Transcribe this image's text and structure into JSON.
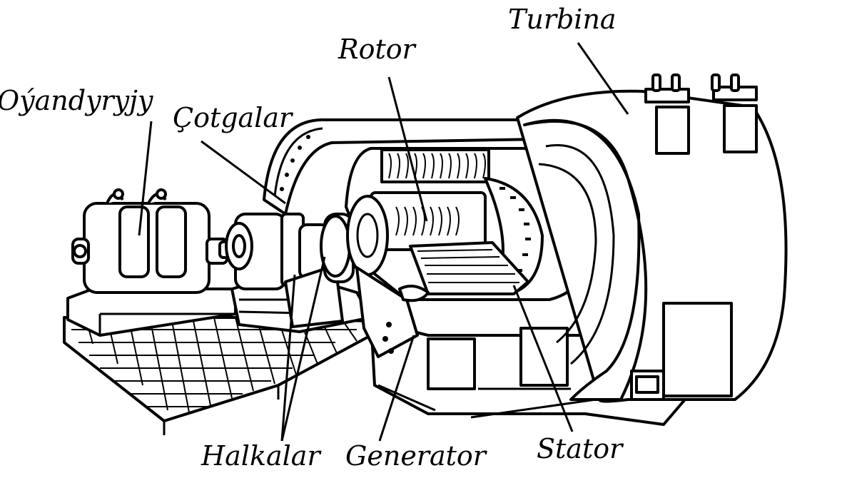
{
  "labels": {
    "turbina": "Turbina",
    "rotor": "Rotor",
    "oyandyryjy": "Oýandyryjy",
    "cotgalar": "Çotgalar",
    "halkalar": "Halkalar",
    "generator": "Generator",
    "stator": "Stator"
  },
  "colors": {
    "ink": "#000000",
    "paper": "#ffffff"
  }
}
